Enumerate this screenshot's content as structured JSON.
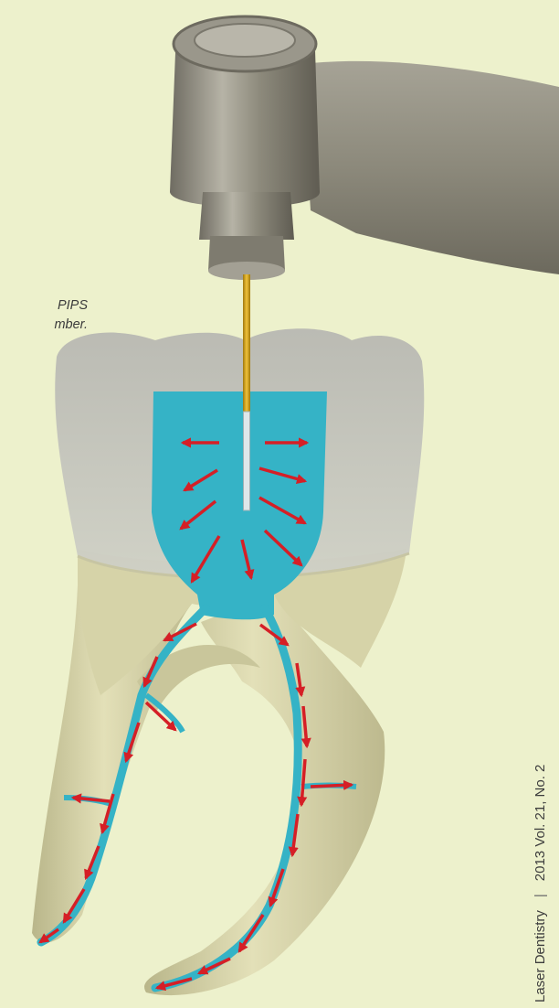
{
  "caption": {
    "line1": "PIPS",
    "line2": "mber."
  },
  "footer": {
    "journal": "Laser Dentistry",
    "separator": "|",
    "issue": "2013 Vol. 21, No. 2"
  },
  "colors": {
    "background": "#edf1cc",
    "fluid": "#35b3c6",
    "arrow": "#d51f26",
    "root": "#d8d5a6",
    "crown": "#c4c4bc",
    "handpiece": "#8a8778"
  },
  "icons": {
    "arrows": "red-flow-arrow",
    "tip": "laser-fiber-tip"
  }
}
